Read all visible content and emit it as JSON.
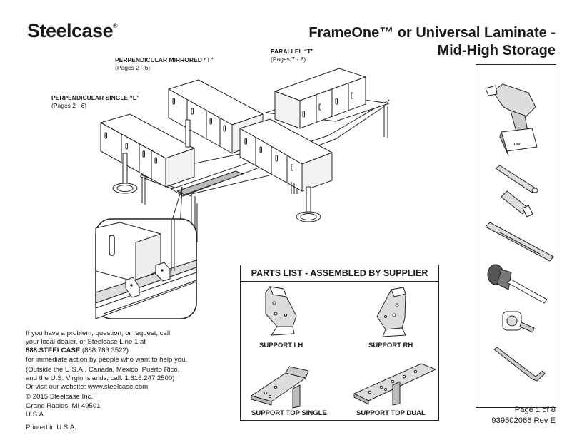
{
  "brand": {
    "name": "Steelcase",
    "mark": "®"
  },
  "title": {
    "line1": "FrameOne™ or Universal Laminate -",
    "line2": "Mid-High Storage"
  },
  "configs": [
    {
      "name": "PERPENDICULAR MIRRORED “T”",
      "pages": "(Pages 2 - 6)"
    },
    {
      "name": "PARALLEL “T”",
      "pages": "(Pages 7 - 8)"
    },
    {
      "name": "PERPENDICULAR SINGLE “L”",
      "pages": "(Pages 2 - 6)"
    }
  ],
  "contact": {
    "line1": "If you have a problem, question, or request, call",
    "line2": "your local dealer, or Steelcase Line 1 at",
    "phone_bold": "888.STEELCASE",
    "phone_num": " (888.783.3522)",
    "line4": "for immediate action by people who want to help you.",
    "outside1": "(Outside the U.S.A., Canada, Mexico, Puerto Rico,",
    "outside2": "and the U.S. Virgin Islands, call: 1.616.247.2500)",
    "website": "Or visit our website: www.steelcase.com",
    "copyright": "© 2015 Steelcase Inc.",
    "city": "Grand Rapids, MI 49501",
    "country": "U.S.A.",
    "printed": "Printed in U.S.A."
  },
  "parts_list": {
    "title": "PARTS LIST - ASSEMBLED BY SUPPLIER",
    "items": [
      "SUPPORT LH",
      "SUPPORT RH",
      "SUPPORT TOP SINGLE",
      "SUPPORT TOP DUAL"
    ]
  },
  "tools": {
    "drill_label": "18V"
  },
  "footer": {
    "page": "Page 1 of 8",
    "doc": "939502066 Rev E"
  }
}
